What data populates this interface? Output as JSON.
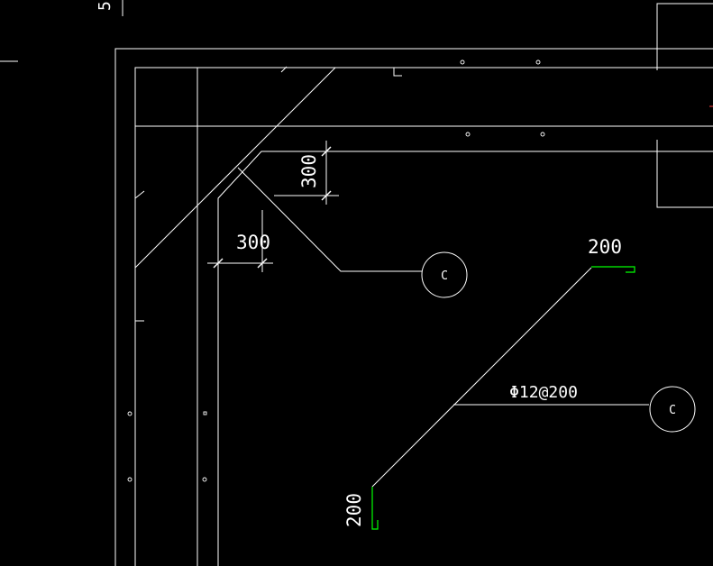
{
  "drawing": {
    "top_left_number": "5",
    "dim_top": "300",
    "dim_left": "300",
    "callout_upper": "C",
    "callout_lower": "C",
    "rebar_spec": "Φ12@200",
    "hook_top_len": "200",
    "hook_bottom_len": "200"
  },
  "colors": {
    "background": "#000000",
    "lines": "#ffffff",
    "hooks": "#00ff00"
  }
}
